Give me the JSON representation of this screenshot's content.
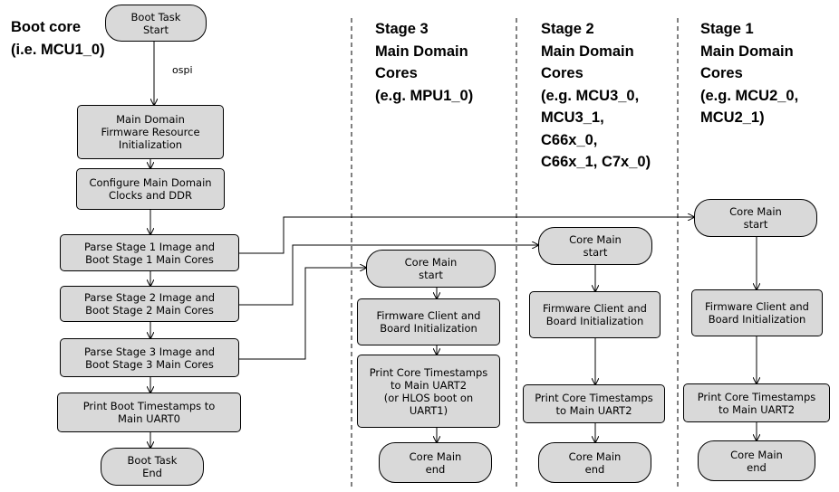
{
  "headers": {
    "boot_core": "Boot core\n(i.e. MCU1_0)",
    "stage3": "Stage 3\nMain Domain\nCores\n(e.g. MPU1_0)",
    "stage2": "Stage 2\nMain Domain\nCores\n(e.g. MCU3_0,\nMCU3_1,\nC66x_0,\nC66x_1, C7x_0)",
    "stage1": "Stage 1\nMain Domain\nCores\n(e.g. MCU2_0,\nMCU2_1)"
  },
  "edge_labels": {
    "ospi": "ospi"
  },
  "boot_flow": {
    "start": "Boot Task\nStart",
    "fw_init": "Main Domain\nFirmware Resource\nInitialization",
    "clocks": "Configure Main Domain\nClocks and DDR",
    "parse1": "Parse Stage 1 Image and\nBoot Stage 1 Main Cores",
    "parse2": "Parse Stage 2 Image and\nBoot Stage 2 Main Cores",
    "parse3": "Parse Stage 3 Image and\nBoot Stage 3 Main Cores",
    "print": "Print Boot Timestamps to\nMain UART0",
    "end": "Boot Task\nEnd"
  },
  "stage3_flow": {
    "start": "Core Main\nstart",
    "init": "Firmware Client and\nBoard Initialization",
    "print": "Print Core Timestamps\nto Main UART2\n(or HLOS boot on\nUART1)",
    "end": "Core Main\nend"
  },
  "stage2_flow": {
    "start": "Core Main\nstart",
    "init": "Firmware Client and\nBoard Initialization",
    "print": "Print Core Timestamps\nto Main UART2",
    "end": "Core Main\nend"
  },
  "stage1_flow": {
    "start": "Core Main\nstart",
    "init": "Firmware Client and\nBoard Initialization",
    "print": "Print Core Timestamps\nto Main UART2",
    "end": "Core Main\nend"
  },
  "colors": {
    "box_fill": "#d9d9d9",
    "stroke": "#000000"
  }
}
